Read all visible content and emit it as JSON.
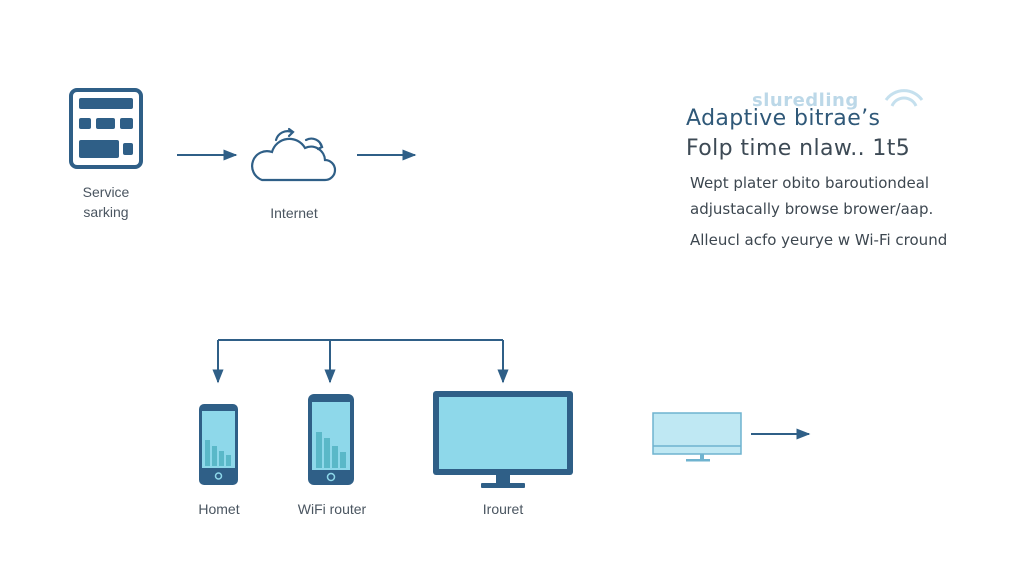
{
  "nodes": {
    "server": {
      "label_line1": "Service",
      "label_line2": "sarking"
    },
    "internet": {
      "label": "Internet"
    },
    "home": {
      "label": "Homet"
    },
    "router": {
      "label": "WiFi router"
    },
    "monitor": {
      "label": "Irouret"
    }
  },
  "panel": {
    "watermark": "sluredling",
    "heading": "Adaptive bitrae’s",
    "subheading": "Folp time nlaw.. 1t5",
    "line1": "Wept plater obito baroutiondeal",
    "line2": "adjustacally browse brower/aap.",
    "line3": "Alleucl acfo yeurye w Wi-Fi cround"
  },
  "colors": {
    "stroke": "#2f5f87",
    "screen": "#8ed8ea",
    "bar": "#5ab8c8",
    "tv": "#bfe8f3"
  },
  "icons": {
    "server": "server-rack-icon",
    "internet": "cloud-sync-icon",
    "home": "smartphone-icon",
    "router": "smartphone-icon",
    "monitor": "monitor-icon",
    "tv": "tv-icon",
    "panel": "wifi-icon"
  }
}
